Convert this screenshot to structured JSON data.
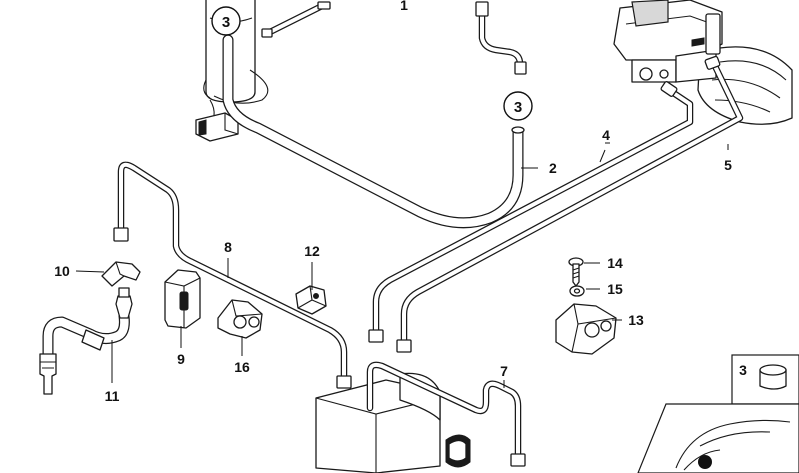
{
  "diagram": {
    "callouts": {
      "c1": "1",
      "c2": "2",
      "c3a": "3",
      "c3b": "3",
      "c3c": "3",
      "c4": "4",
      "c5": "5",
      "c7": "7",
      "c8": "8",
      "c9": "9",
      "c10": "10",
      "c11": "11",
      "c12": "12",
      "c13": "13",
      "c14": "14",
      "c15": "15",
      "c16": "16"
    }
  }
}
